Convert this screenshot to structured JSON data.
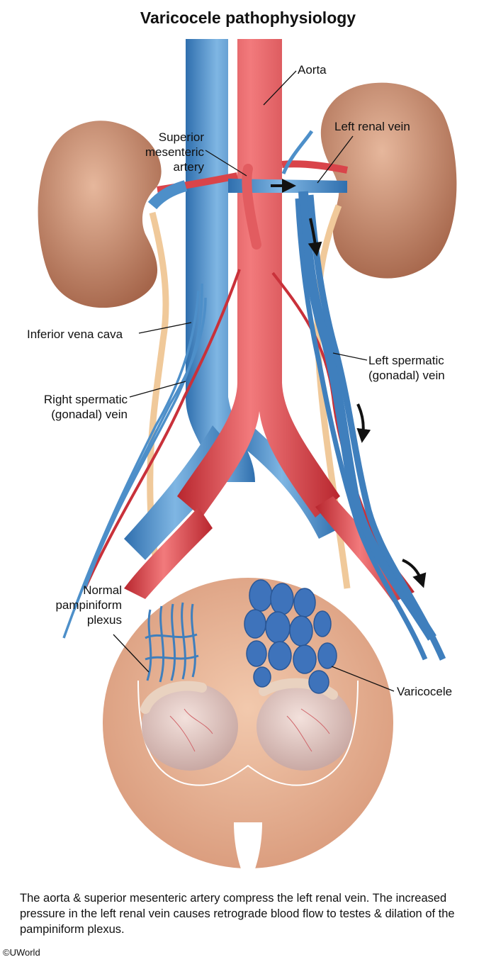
{
  "title": "Varicocele pathophysiology",
  "labels": {
    "aorta": "Aorta",
    "sma": "Superior\nmesenteric\nartery",
    "left_renal_vein": "Left renal vein",
    "ivc": "Inferior vena cava",
    "left_spermatic": "Left spermatic\n(gonadal) vein",
    "right_spermatic": "Right spermatic\n(gonadal) vein",
    "normal_plexus": "Normal\npampiniform\nplexus",
    "varicocele": "Varicocele"
  },
  "caption": "The aorta & superior mesenteric artery compress the left renal vein. The increased pressure in the left renal vein causes retrograde blood flow to testes & dilation of the pampiniform plexus.",
  "copyright": "©UWorld",
  "colors": {
    "vein": "#4d8fc9",
    "artery": "#d9444a",
    "kidney": "#b97a5c",
    "ureter": "#f0c99a",
    "skin": "#e8b596"
  }
}
